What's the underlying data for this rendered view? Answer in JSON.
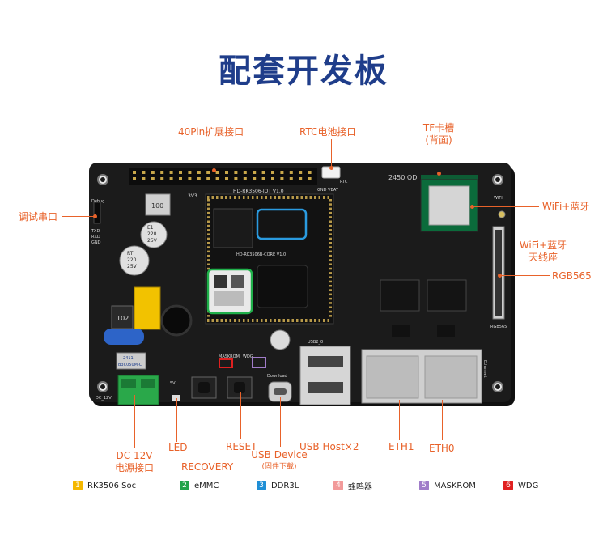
{
  "title": "配套开发板",
  "labels": {
    "gpio40": "40Pin扩展接口",
    "rtc": "RTC电池接口",
    "tf_line1": "TF卡槽",
    "tf_line2": "(背面)",
    "debug": "调试串口",
    "wifi": "WiFi+蓝牙",
    "wifi_ant_line1": "WiFi+蓝牙",
    "wifi_ant_line2": "天线座",
    "rgb": "RGB565",
    "dc_line1": "DC 12V",
    "dc_line2": "电源接口",
    "led": "LED",
    "recovery": "RECOVERY",
    "reset": "RESET",
    "usb_device_line1": "USB Device",
    "usb_device_line2": "(固件下载)",
    "usb_host": "USB Host×2",
    "eth1": "ETH1",
    "eth0": "ETH0"
  },
  "legend": [
    {
      "num": "1",
      "label": "RK3506 Soc",
      "color": "#f5b800"
    },
    {
      "num": "2",
      "label": "eMMC",
      "color": "#22a34a"
    },
    {
      "num": "3",
      "label": "DDR3L",
      "color": "#1f8fd6"
    },
    {
      "num": "4",
      "label": "蜂鸣器",
      "color": "#f29a9a"
    },
    {
      "num": "5",
      "label": "MASKROM",
      "color": "#a07cc9"
    },
    {
      "num": "6",
      "label": "WDG",
      "color": "#e02020"
    }
  ],
  "silkscreen": {
    "board_name": "HD-RK3506-IOT V1.0",
    "core_name": "HD-RK3506B-CORE V1.0",
    "debug": "Debug",
    "txd": "TXD",
    "rxd": "RXD",
    "gnd": "GND",
    "vbat": "GND VBAT",
    "rtc": "RTC",
    "v33": "3V3",
    "dc": "DC_12V",
    "v5": "5V",
    "maskrom": "MASKROM",
    "wdg": "WDG",
    "usb2": "USB2_0",
    "download": "Download",
    "rgb565": "RGB565",
    "wifi": "WIFI",
    "ethernet": "Ethernet",
    "batch": "2450 QD",
    "inductor": "100",
    "cap1_1": "RT",
    "cap1_2": "220",
    "cap1_3": "25V",
    "cap2_1": "E1",
    "cap2_2": "220",
    "cap2_3": "25V",
    "r102": "102",
    "fuse_1": "2411",
    "fuse_2": "B3C050M-C"
  }
}
